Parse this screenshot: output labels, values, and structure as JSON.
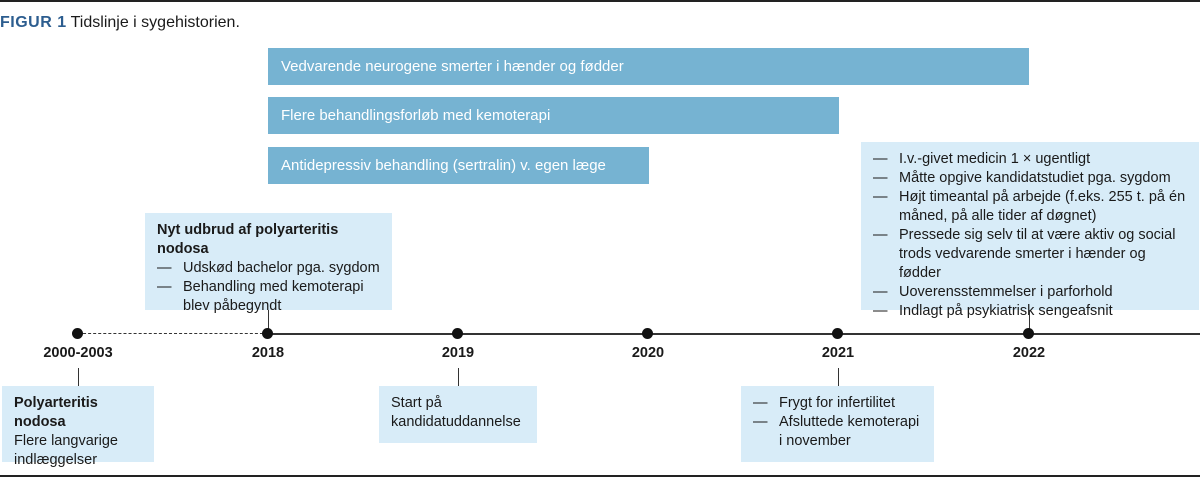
{
  "caption": {
    "label": "FIGUR 1",
    "text": "Tidslinje i sygehistorien."
  },
  "bars": [
    "Vedvarende neurogene smerter i hænder og fødder",
    "Flere behandlingsforløb med kemoterapi",
    "Antidepressiv behandling (sertralin) v. egen læge"
  ],
  "axis": {
    "ticks": [
      "2000-2003",
      "2018",
      "2019",
      "2020",
      "2021",
      "2022"
    ]
  },
  "boxes": {
    "b2000": {
      "title": "Polyarteritis nodosa",
      "lines": [
        "Flere langvarige",
        "indlæggelser"
      ]
    },
    "b2018": {
      "title": "Nyt udbrud af polyarteritis nodosa",
      "items": [
        "Udskød bachelor pga. sygdom",
        "Behandling med kemoterapi blev påbegyndt"
      ]
    },
    "b2019": {
      "lines": [
        "Start på",
        "kandidatuddannelse"
      ]
    },
    "b2021": {
      "items": [
        "Frygt for infertilitet",
        "Afsluttede kemoterapi i november"
      ]
    },
    "b2022": {
      "items": [
        "I.v.-givet medicin 1 × ugentligt",
        "Måtte opgive kandidatstudiet pga. sygdom",
        "Højt timeantal på arbejde (f.eks. 255 t. på én måned, på alle tider af døgnet)",
        "Pressede sig selv til at være aktiv og social trods vedvarende smerter i hænder og fødder",
        "Uoverensstemmelser i parforhold",
        "Indlagt på psykiatrisk sengeafsnit"
      ]
    }
  }
}
